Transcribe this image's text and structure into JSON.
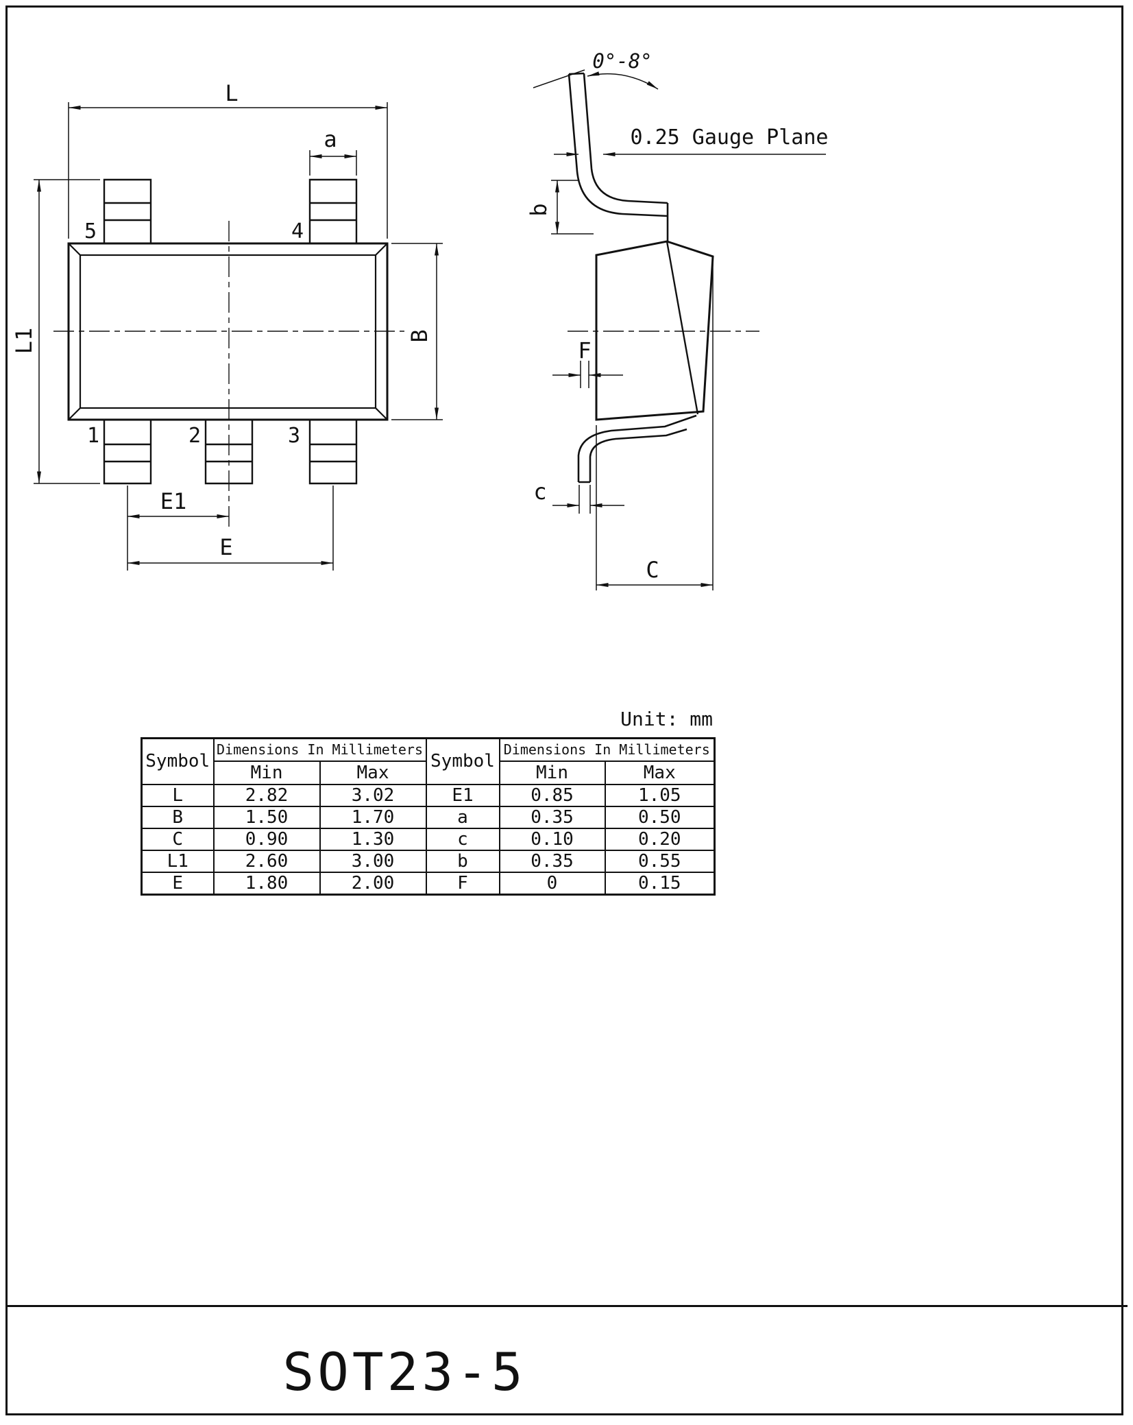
{
  "title": "SOT23-5",
  "unit_label": "Unit: mm",
  "colors": {
    "line": "#111111",
    "background": "#ffffff"
  },
  "top_view": {
    "dim_L": "L",
    "dim_a": "a",
    "dim_L1": "L1",
    "dim_B": "B",
    "dim_E1": "E1",
    "dim_E": "E",
    "pin_1": "1",
    "pin_2": "2",
    "pin_3": "3",
    "pin_4": "4",
    "pin_5": "5"
  },
  "side_view": {
    "angle_label": "0°-8°",
    "gauge_plane_label": "0.25 Gauge Plane",
    "dim_b": "b",
    "dim_F": "F",
    "dim_c": "c",
    "dim_C": "C"
  },
  "table": {
    "symbol_header": "Symbol",
    "dims_header": "Dimensions In Millimeters",
    "min_header": "Min",
    "max_header": "Max",
    "left_rows": [
      {
        "symbol": "L",
        "min": "2.82",
        "max": "3.02"
      },
      {
        "symbol": "B",
        "min": "1.50",
        "max": "1.70"
      },
      {
        "symbol": "C",
        "min": "0.90",
        "max": "1.30"
      },
      {
        "symbol": "L1",
        "min": "2.60",
        "max": "3.00"
      },
      {
        "symbol": "E",
        "min": "1.80",
        "max": "2.00"
      }
    ],
    "right_rows": [
      {
        "symbol": "E1",
        "min": "0.85",
        "max": "1.05"
      },
      {
        "symbol": "a",
        "min": "0.35",
        "max": "0.50"
      },
      {
        "symbol": "c",
        "min": "0.10",
        "max": "0.20"
      },
      {
        "symbol": "b",
        "min": "0.35",
        "max": "0.55"
      },
      {
        "symbol": "F",
        "min": "0",
        "max": "0.15"
      }
    ]
  }
}
